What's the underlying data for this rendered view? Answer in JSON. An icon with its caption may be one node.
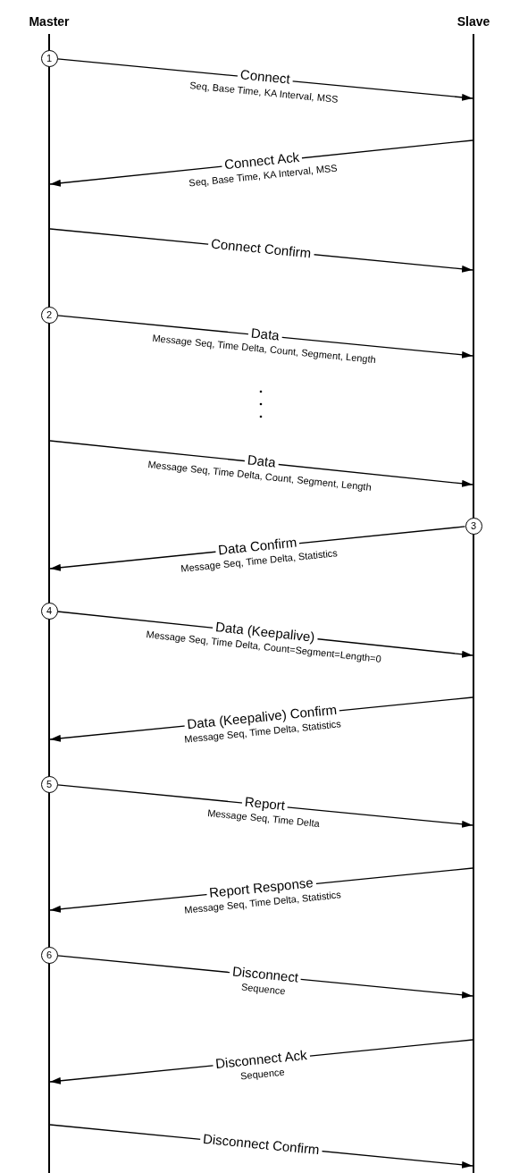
{
  "diagram": {
    "nodes": [
      {
        "text": [
          "Master"
        ]
      },
      {
        "text": [
          "Slave"
        ]
      },
      {
        "text": [
          "1"
        ]
      },
      {
        "text": [
          "2"
        ]
      },
      {
        "text": [
          "3"
        ]
      },
      {
        "text": [
          "4"
        ]
      },
      {
        "text": [
          "5"
        ]
      },
      {
        "text": [
          "6"
        ]
      }
    ],
    "edges": [
      {
        "from": 2,
        "to": 1,
        "arrow": "to",
        "label": "Connect"
      },
      {
        "from": 1,
        "to": 0,
        "arrow": "to",
        "label": "Connect Ack"
      },
      {
        "from": 0,
        "to": 1,
        "arrow": "to",
        "label": "Connect Confirm"
      },
      {
        "from": 3,
        "to": 1,
        "arrow": "to",
        "label": "Data"
      },
      {
        "from": 0,
        "to": 1,
        "arrow": "to",
        "label": "Data"
      },
      {
        "from": 4,
        "to": 0,
        "arrow": "to",
        "label": "Data Confirm"
      },
      {
        "from": 5,
        "to": 1,
        "arrow": "to",
        "label": "Data (Keepalive)"
      },
      {
        "from": 1,
        "to": 0,
        "arrow": "to",
        "label": "Data (Keepalive) Confirm"
      },
      {
        "from": 6,
        "to": 1,
        "arrow": "to",
        "label": "Report"
      },
      {
        "from": 1,
        "to": 0,
        "arrow": "to",
        "label": "Report Response"
      },
      {
        "from": 7,
        "to": 1,
        "arrow": "to",
        "label": "Disconnect"
      },
      {
        "from": 1,
        "to": 0,
        "arrow": "to",
        "label": "Disconnect Ack"
      },
      {
        "from": 0,
        "to": 1,
        "arrow": "to",
        "label": "Disconnect Confirm"
      }
    ],
    "labels": [
      "Seq, Base Time, KA Interval, MSS",
      "Seq, Base Time, KA Interval, MSS",
      "Message Seq, Time Delta, Count, Segment, Length",
      "Message Seq, Time Delta, Count, Segment, Length",
      "Message Seq, Time Delta, Statistics",
      "Message Seq, Time Delta, Count=Segment=Length=0",
      "Message Seq, Time Delta, Statistics",
      "Message Seq, Time Delta",
      "Message Seq, Time Delta, Statistics",
      "Sequence",
      "Sequence"
    ]
  }
}
